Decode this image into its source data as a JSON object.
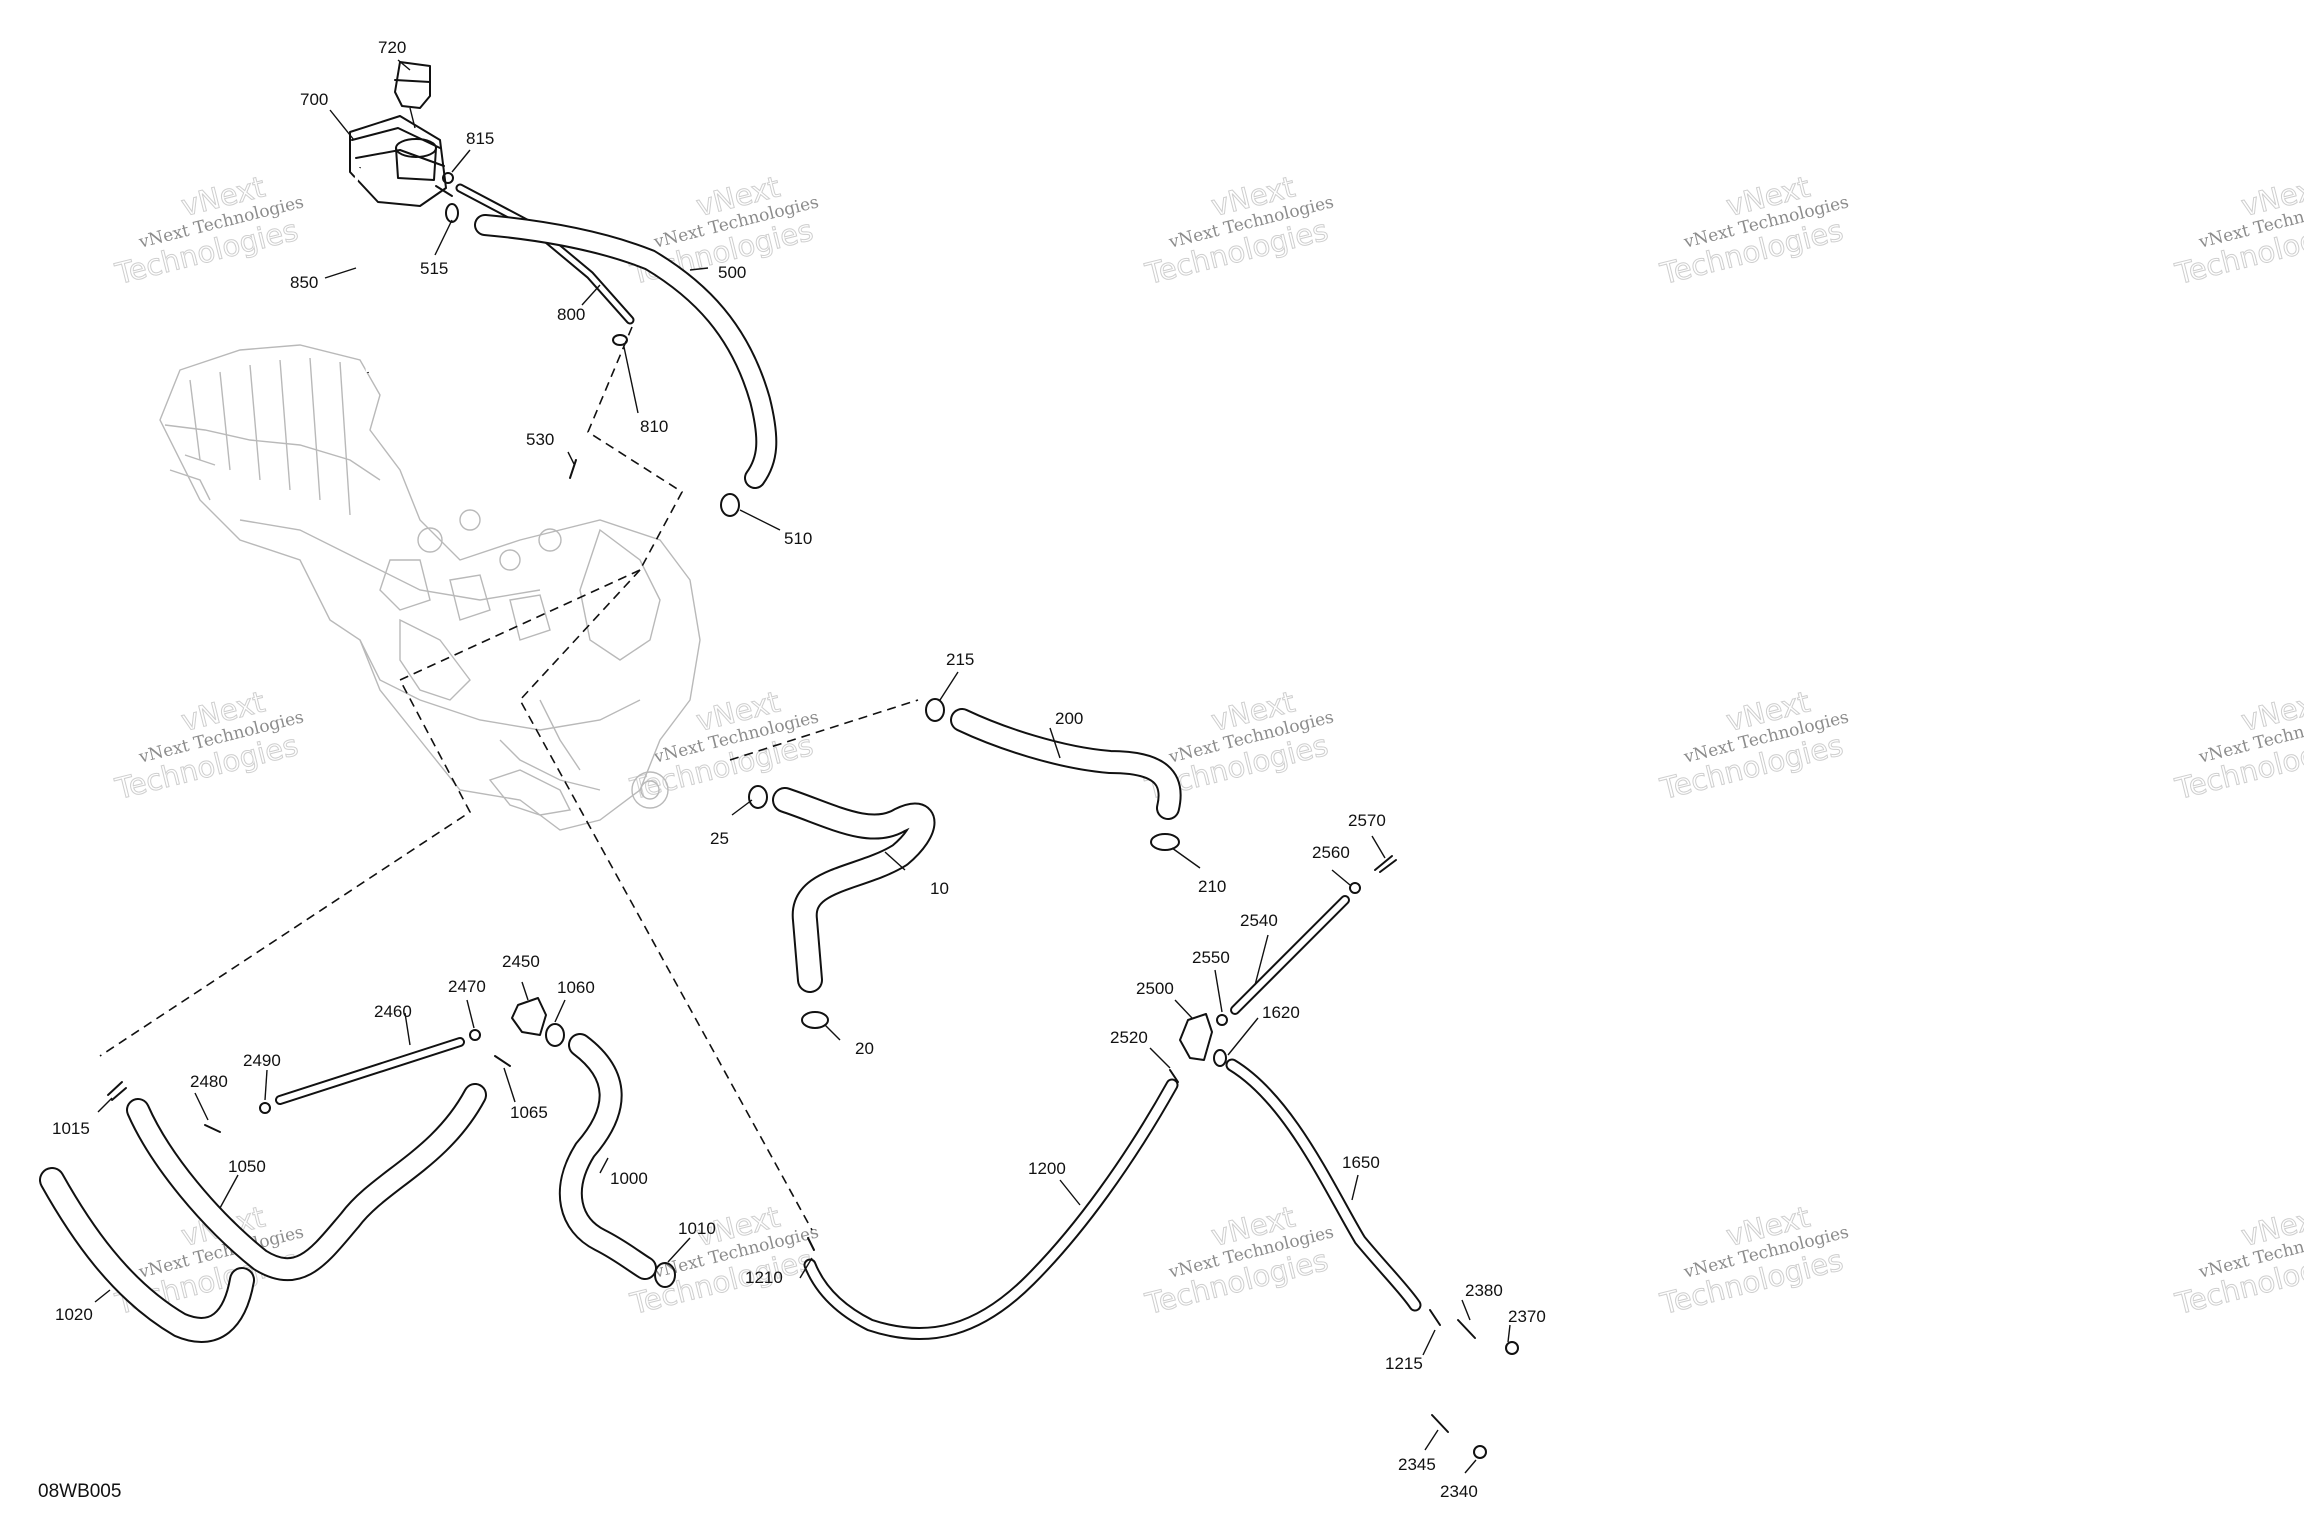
{
  "drawing_code": "08WB005",
  "watermark": {
    "line1": "vNext Technologies",
    "line2": "Technologies",
    "corner": "vNext"
  },
  "callouts": [
    "720",
    "700",
    "815",
    "515",
    "850",
    "500",
    "800",
    "810",
    "530",
    "510",
    "215",
    "200",
    "25",
    "10",
    "210",
    "20",
    "2570",
    "2560",
    "2540",
    "2550",
    "2500",
    "1620",
    "2520",
    "2450",
    "2470",
    "1060",
    "2460",
    "2490",
    "2480",
    "1015",
    "1065",
    "1050",
    "1000",
    "1010",
    "1020",
    "1210",
    "1200",
    "1650",
    "2380",
    "2370",
    "1215",
    "2345",
    "2340"
  ]
}
